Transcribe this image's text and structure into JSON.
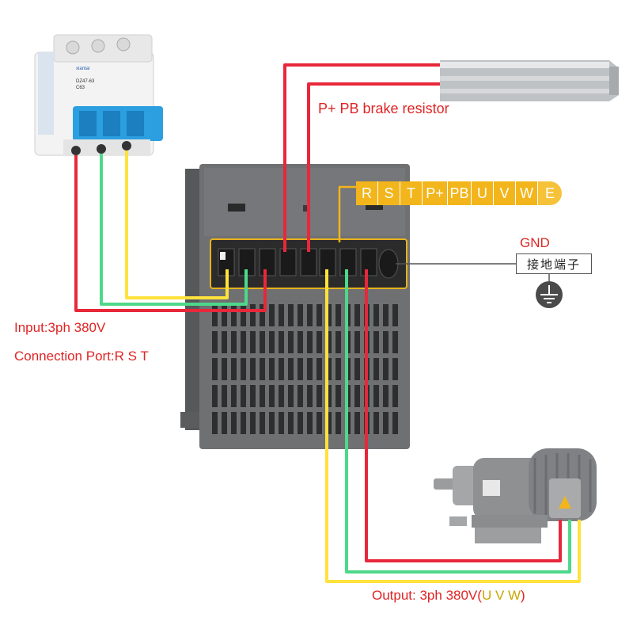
{
  "labels": {
    "brake_resistor": "P+ PB brake resistor",
    "input": "Input:3ph 380V",
    "connection_port": "Connection Port:R S T",
    "output_prefix": "Output: 3ph 380V(",
    "output_uvw": "U V W",
    "output_suffix": ")",
    "gnd": "GND",
    "gnd_cn": "接地端子"
  },
  "terminals": [
    {
      "label": "R"
    },
    {
      "label": "S"
    },
    {
      "label": "T"
    },
    {
      "label": "P+"
    },
    {
      "label": "PB"
    },
    {
      "label": "U"
    },
    {
      "label": "V"
    },
    {
      "label": "W"
    },
    {
      "label": "E"
    }
  ],
  "breaker": {
    "brand": "xiantai",
    "model": "DZ47-63",
    "rating": "C63"
  },
  "colors": {
    "wire_red": "#e8283a",
    "wire_green": "#4ed88a",
    "wire_yellow": "#ffe23c",
    "terminal_tag": "#f2b51b",
    "label_red": "#e02424",
    "vfd_body": "#6e7072",
    "breaker_blue": "#2b9fe0"
  },
  "icons": [
    "ground-icon",
    "brake-resistor",
    "circuit-breaker",
    "motor",
    "vfd"
  ]
}
